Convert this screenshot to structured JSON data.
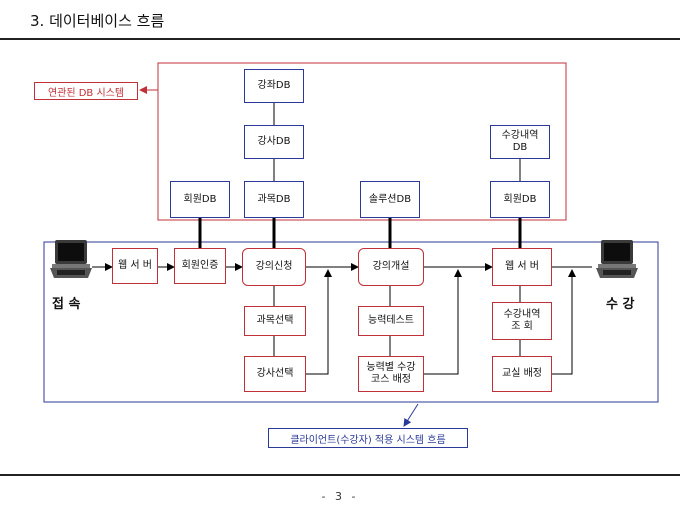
{
  "header": {
    "title": "3. 데이터베이스 흐름"
  },
  "labels": {
    "related_db_system": "연관된 DB 시스템",
    "client_flow": "클라이언트(수강자) 적용 시스템 흐름",
    "connect": "접 속",
    "attend": "수 강"
  },
  "db": {
    "course_db": "강좌DB",
    "lecturer_db": "강사DB",
    "subject_db": "과목DB",
    "member_db_left": "회원DB",
    "solution_db": "솔루션DB",
    "enrollment_history_db": "수강내역\nDB",
    "member_db_right": "회원DB"
  },
  "flow": {
    "web_server_left": "웹 서 버",
    "member_auth": "회원인증",
    "course_apply": "강의신청",
    "course_open": "강의개설",
    "web_server_right": "웹 서 버"
  },
  "sub": {
    "subject_select": "과목선택",
    "lecturer_select": "강사선택",
    "ability_test": "능력테스트",
    "ability_course_assign": "능력별 수강\n코스 배정",
    "enrollment_history_query": "수강내역\n조    회",
    "classroom_assign": "교실 배정"
  },
  "footer": {
    "page": "- 3 -"
  },
  "colors": {
    "red": "#c03038",
    "blue": "#2b3a9a",
    "line": "#000000"
  },
  "icons": {
    "client_left": "laptop-icon",
    "client_right": "laptop-icon"
  }
}
